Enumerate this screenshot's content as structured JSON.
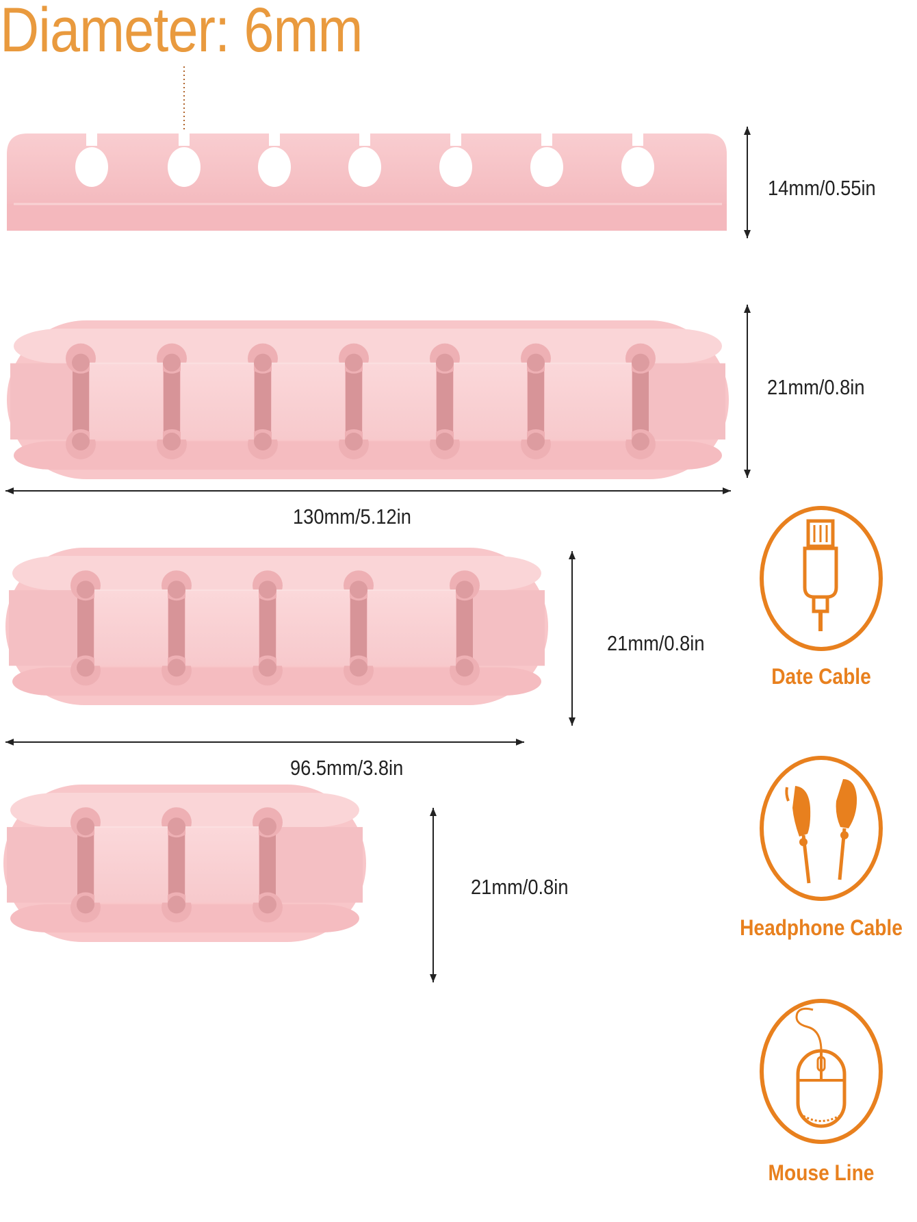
{
  "title": "Diameter: 6mm",
  "dimensions": {
    "thickness": "14mm/0.55in",
    "height_7slot": "21mm/0.8in",
    "length_7slot": "130mm/5.12in",
    "height_5slot": "21mm/0.8in",
    "length_5slot": "96.5mm/3.8in",
    "height_3slot": "21mm/0.8in"
  },
  "categories": [
    {
      "label": "Date Cable",
      "icon": "usb-cable-icon"
    },
    {
      "label": "Headphone Cable",
      "icon": "earphones-icon"
    },
    {
      "label": "Mouse Line",
      "icon": "mouse-icon"
    }
  ],
  "colors": {
    "holder_pink": "#f7c4c7",
    "accent_orange": "#e8801e",
    "title_orange": "#e99a3e"
  }
}
